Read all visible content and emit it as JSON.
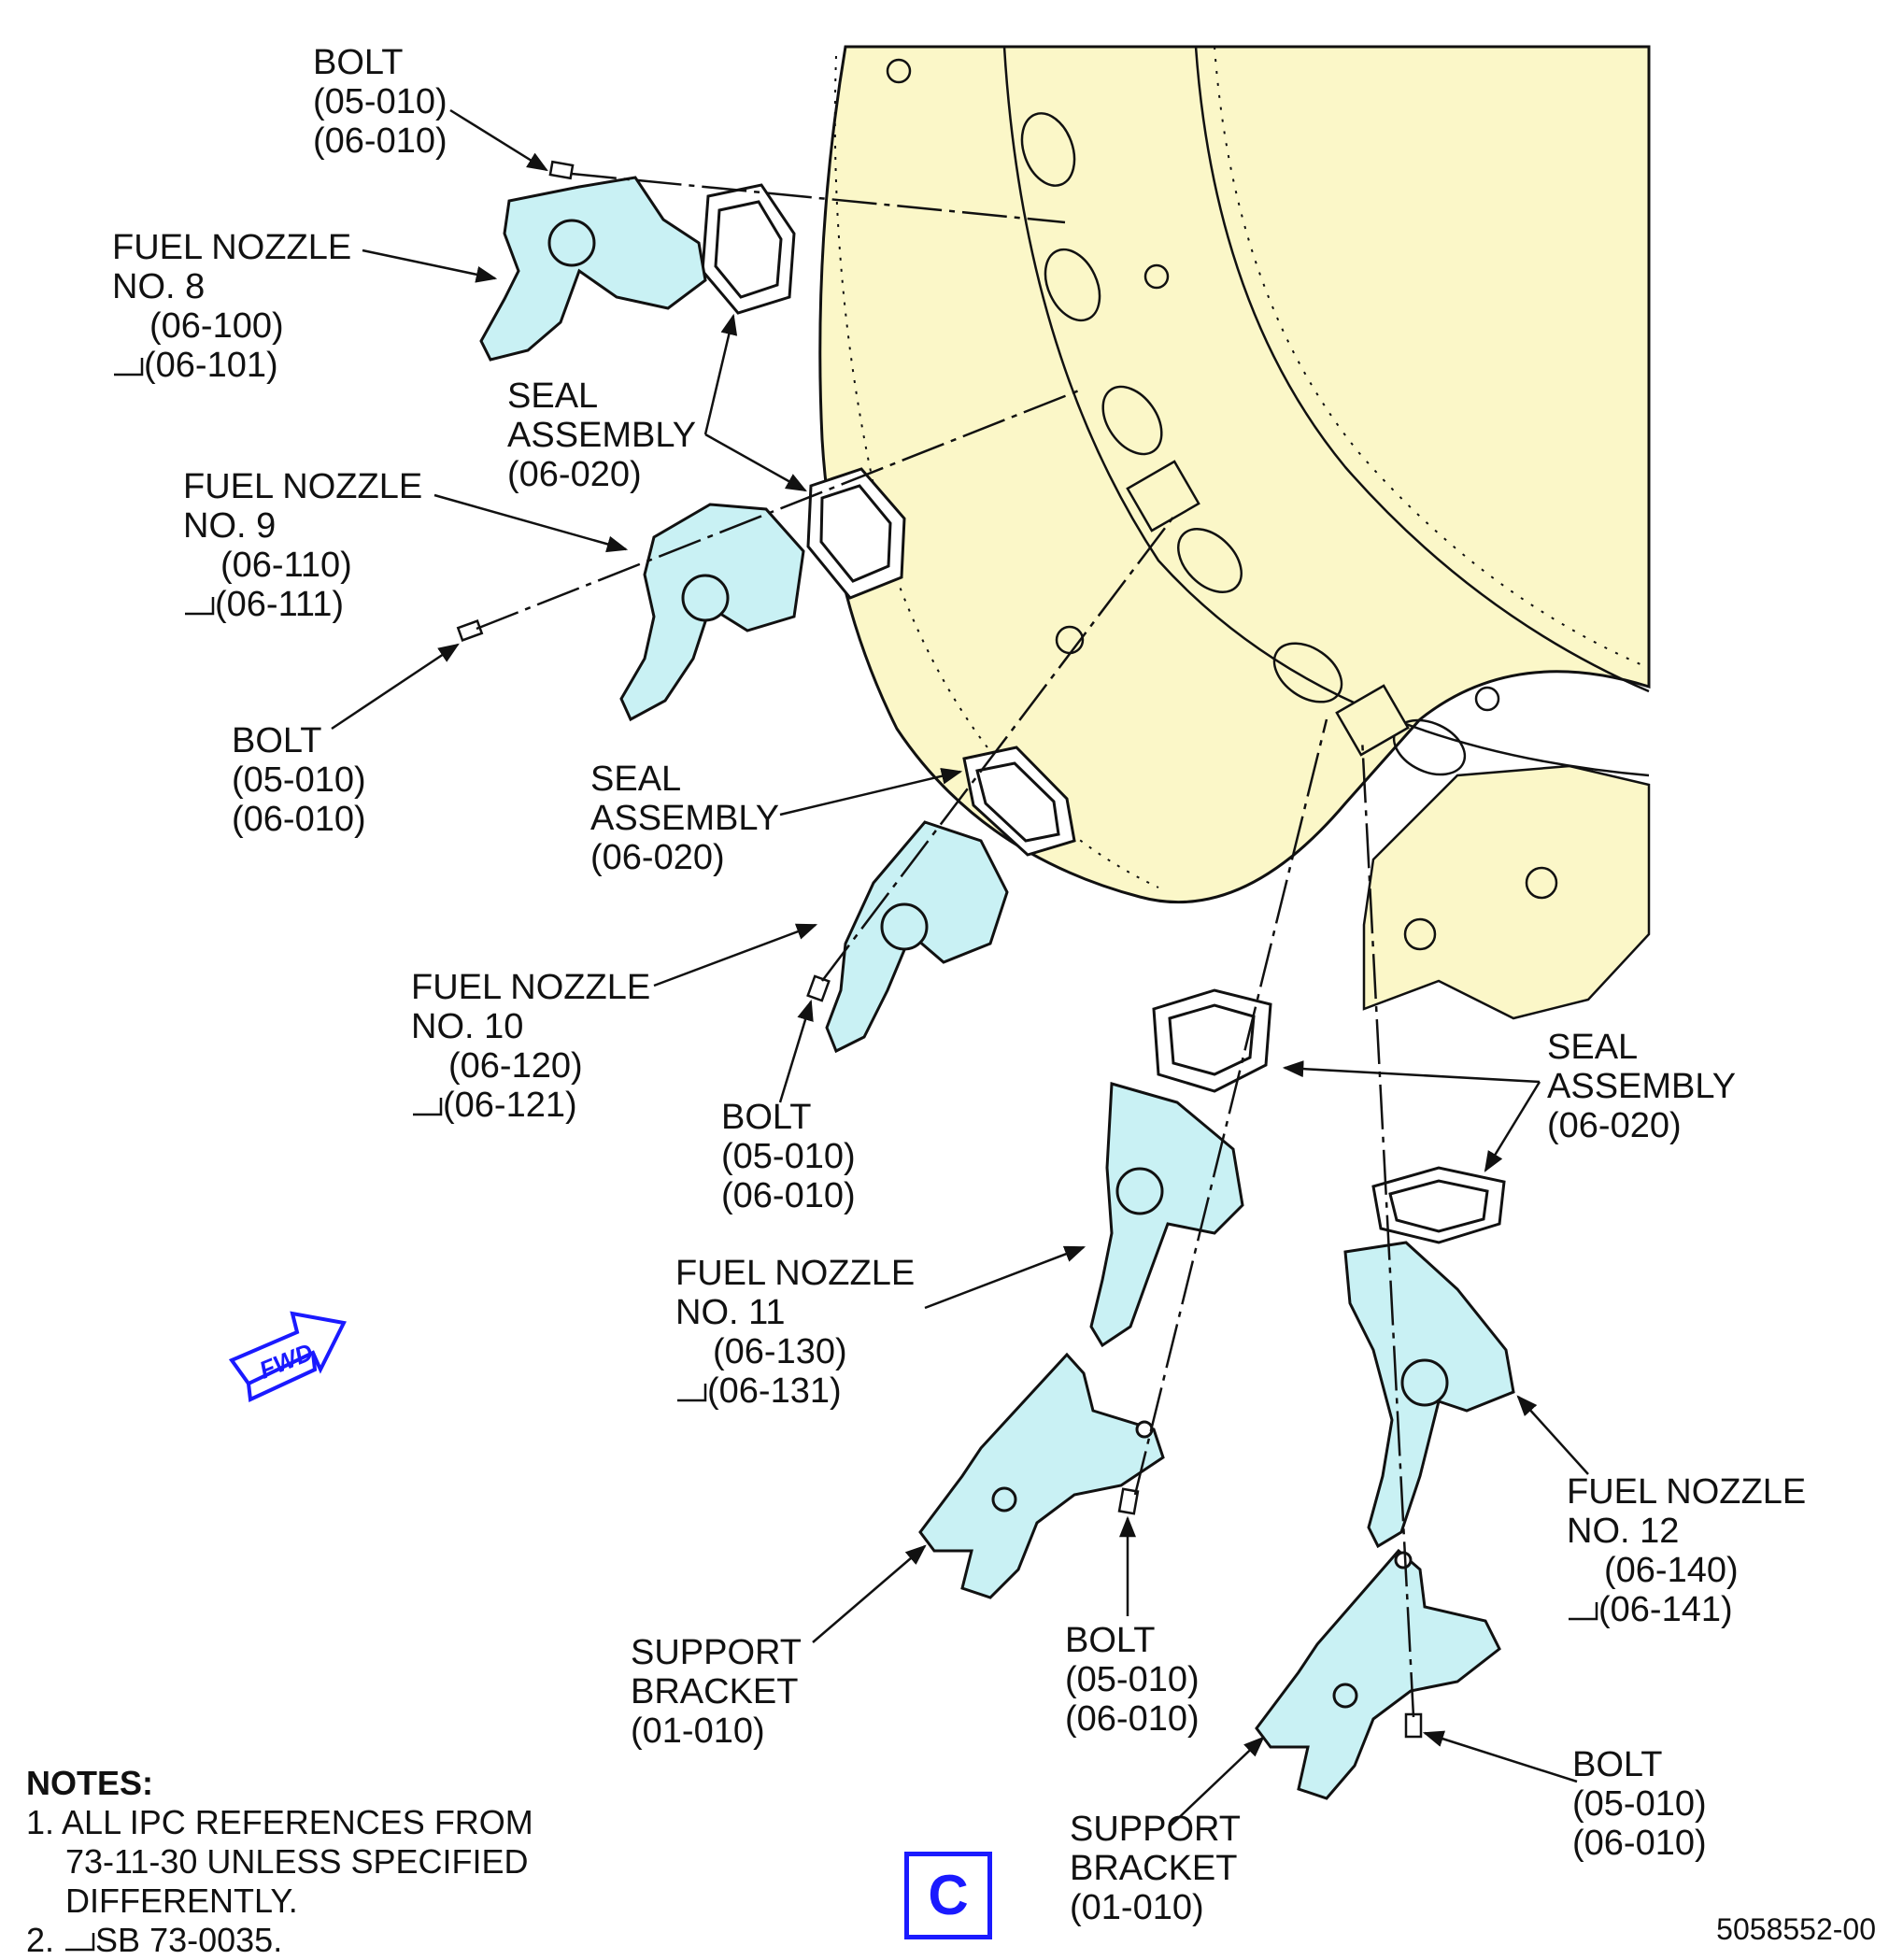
{
  "labels": {
    "bolt_1": {
      "name": "BOLT",
      "ref1": "(05-010)",
      "ref2": "(06-010)"
    },
    "fuel_nozzle_8": {
      "name": "FUEL NOZZLE",
      "number": "NO. 8",
      "ref1": "(06-100)",
      "ref2": "(06-101)"
    },
    "seal_1": {
      "line1": "SEAL",
      "line2": "ASSEMBLY",
      "ref": "(06-020)"
    },
    "fuel_nozzle_9": {
      "name": "FUEL NOZZLE",
      "number": "NO. 9",
      "ref1": "(06-110)",
      "ref2": "(06-111)"
    },
    "bolt_2": {
      "name": "BOLT",
      "ref1": "(05-010)",
      "ref2": "(06-010)"
    },
    "seal_2": {
      "line1": "SEAL",
      "line2": "ASSEMBLY",
      "ref": "(06-020)"
    },
    "fuel_nozzle_10": {
      "name": "FUEL NOZZLE",
      "number": "NO. 10",
      "ref1": "(06-120)",
      "ref2": "(06-121)"
    },
    "bolt_3": {
      "name": "BOLT",
      "ref1": "(05-010)",
      "ref2": "(06-010)"
    },
    "seal_3": {
      "line1": "SEAL",
      "line2": "ASSEMBLY",
      "ref": "(06-020)"
    },
    "fuel_nozzle_11": {
      "name": "FUEL NOZZLE",
      "number": "NO. 11",
      "ref1": "(06-130)",
      "ref2": "(06-131)"
    },
    "support_bracket_1": {
      "line1": "SUPPORT",
      "line2": "BRACKET",
      "ref": "(01-010)"
    },
    "bolt_4": {
      "name": "BOLT",
      "ref1": "(05-010)",
      "ref2": "(06-010)"
    },
    "fuel_nozzle_12": {
      "name": "FUEL NOZZLE",
      "number": "NO. 12",
      "ref1": "(06-140)",
      "ref2": "(06-141)"
    },
    "support_bracket_2": {
      "line1": "SUPPORT",
      "line2": "BRACKET",
      "ref": "(01-010)"
    },
    "bolt_5": {
      "name": "BOLT",
      "ref1": "(05-010)",
      "ref2": "(06-010)"
    }
  },
  "fwd_arrow": {
    "text": "FWD",
    "color": "#1a1aff"
  },
  "notes": {
    "title": "NOTES:",
    "note1_line1": "1. ALL IPC REFERENCES FROM",
    "note1_line2": "73-11-30 UNLESS SPECIFIED",
    "note1_line3": "DIFFERENTLY.",
    "note2_prefix": "2.",
    "note2_text": "SB 73-0035."
  },
  "view_label": "C",
  "figure_number": "5058552-00",
  "colors": {
    "case": "#fbf7c8",
    "part": "#c9f1f4",
    "outline": "#111111",
    "accent": "#1a1aff"
  }
}
